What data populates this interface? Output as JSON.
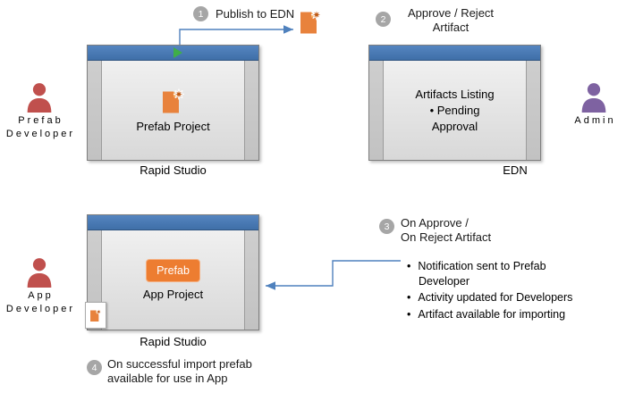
{
  "colors": {
    "accent": "#4f81bd",
    "actor_red": "#c0504d",
    "actor_purple": "#7e62a1",
    "orange": "#ed7d31",
    "step_gray": "#a6a6a6",
    "play_green": "#3fae49"
  },
  "steps": {
    "s1": {
      "num": "1",
      "label": "Publish to EDN"
    },
    "s2": {
      "num": "2",
      "line1": "Approve / Reject",
      "line2": "Artifact"
    },
    "s3": {
      "num": "3",
      "line1": "On Approve /",
      "line2": "On Reject Artifact"
    },
    "s4": {
      "num": "4",
      "line1": "On successful import prefab",
      "line2": "available for use in App"
    }
  },
  "actors": {
    "prefab_dev": {
      "line1": "Prefab",
      "line2": "Developer"
    },
    "admin": {
      "line1": "Admin"
    },
    "app_dev": {
      "line1": "App",
      "line2": "Developer"
    }
  },
  "windows": {
    "studio_top": {
      "label": "Prefab Project",
      "caption": "Rapid Studio"
    },
    "edn": {
      "lines": [
        "Artifacts Listing",
        "• Pending",
        "Approval"
      ],
      "caption": "EDN"
    },
    "studio_bottom": {
      "badge": "Prefab",
      "label": "App Project",
      "caption": "Rapid Studio"
    }
  },
  "notes": {
    "bullets": [
      "Notification sent to Prefab Developer",
      "Activity updated for Developers",
      "Artifact available for importing"
    ]
  }
}
